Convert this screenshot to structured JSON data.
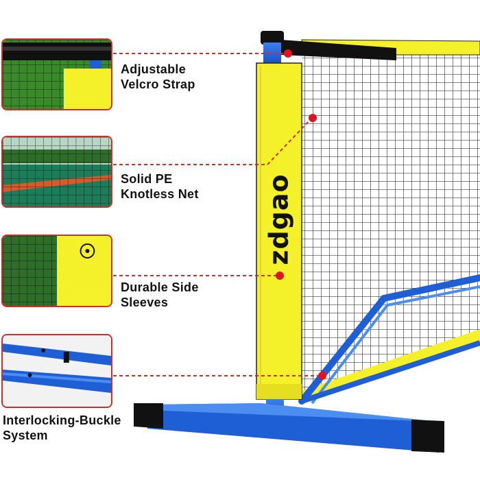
{
  "features": [
    {
      "line1": "Adjustable",
      "line2": "Velcro Strap"
    },
    {
      "line1": "Solid PE",
      "line2": "Knotless Net"
    },
    {
      "line1": "Durable Side",
      "line2": "Sleeves"
    },
    {
      "line1": "Interlocking-Buckle",
      "line2": "System"
    }
  ],
  "brand": {
    "logo_text": "zdgao"
  },
  "colors": {
    "accent_red": "#c9302c",
    "sleeve_yellow": "#f4f02a",
    "frame_blue": "#1f5fd6",
    "net_black": "#111111"
  },
  "icons": [
    "net-icon",
    "eyelet-icon",
    "pole-icon"
  ]
}
